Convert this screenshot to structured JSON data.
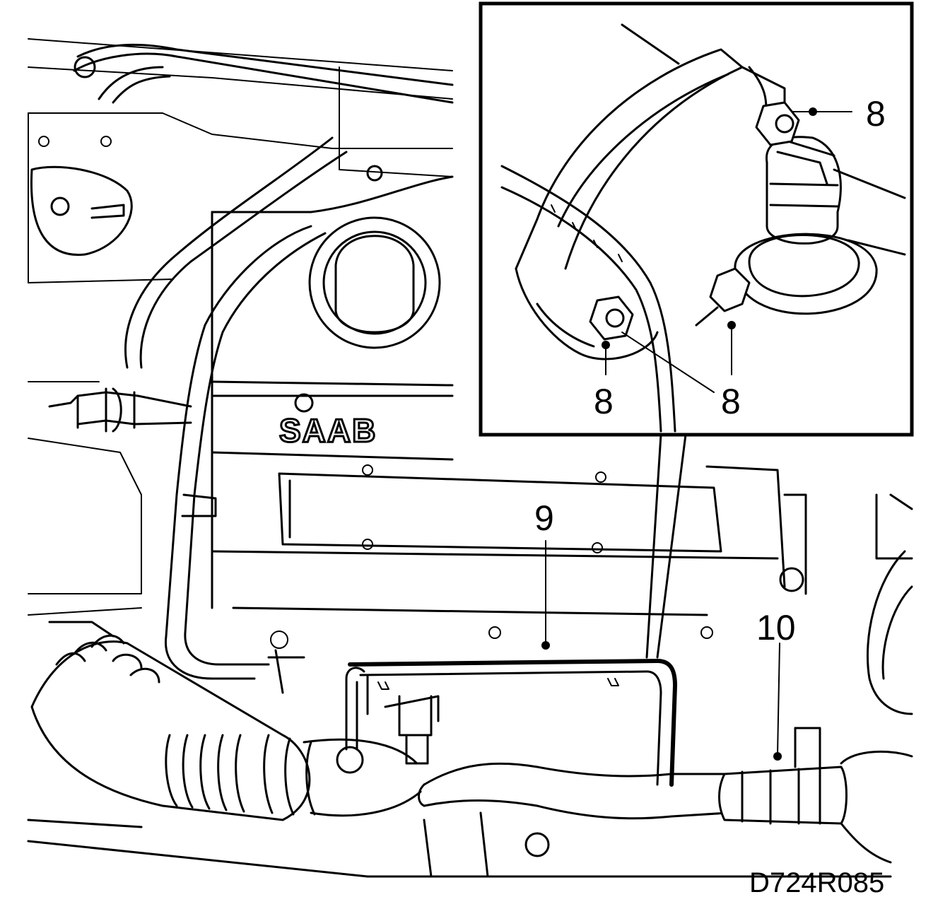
{
  "figure": {
    "code": "D724R085",
    "brand_lettering": "SAAB"
  },
  "callouts": {
    "c8_top": "8",
    "c8_left": "8",
    "c8_right": "8",
    "c9": "9",
    "c10": "10"
  },
  "colors": {
    "line": "#000000",
    "background": "#ffffff"
  }
}
